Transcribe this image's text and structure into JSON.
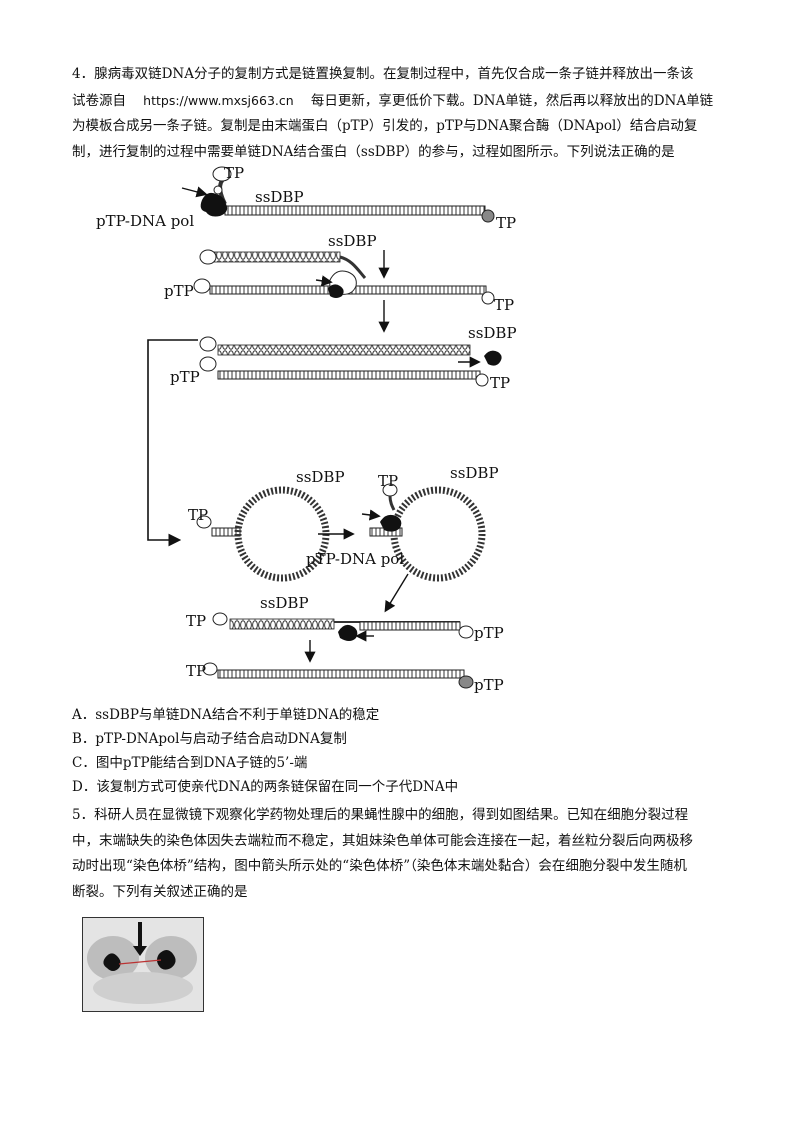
{
  "q4": {
    "line1": "4．腺病毒双链DNA分子的复制方式是链置换复制。在复制过程中，首先仅合成一条子链并释放出一条该",
    "line2_a": "试卷源自",
    "line2_url": "https://www.mxsj663.cn",
    "line2_b": "每日更新，享更低价下载。DNA单链，然后再以释放出的DNA单链",
    "line3": "为模板合成另一条子链。复制是由末端蛋白（pTP）引发的，pTP与DNA聚合酶（DNApol）结合启动复",
    "line4": "制，进行复制的过程中需要单链DNA结合蛋白（ssDBP）的参与，过程如图所示。下列说法正确的是"
  },
  "diagram": {
    "tp": "TP",
    "ptp": "pTP",
    "ssdbp": "ssDBP",
    "ptp_dna_pol": "pTP-DNA pol"
  },
  "options": {
    "a": "A．ssDBP与单链DNA结合不利于单链DNA的稳定",
    "b": "B．pTP-DNApol与启动子结合启动DNA复制",
    "c": "C．图中pTP能结合到DNA子链的5’-端",
    "d": "D．该复制方式可使亲代DNA的两条链保留在同一个子代DNA中"
  },
  "q5": {
    "line1": "5．科研人员在显微镜下观察化学药物处理后的果蝇性腺中的细胞，得到如图结果。已知在细胞分裂过程",
    "line2": "中，末端缺失的染色体因失去端粒而不稳定，其姐妹染色单体可能会连接在一起，着丝粒分裂后向两极移",
    "line3": "动时出现“染色体桥”结构，图中箭头所示处的“染色体桥”（染色体末端处黏合）会在细胞分裂中发生随机",
    "line4": "断裂。下列有关叙述正确的是"
  }
}
